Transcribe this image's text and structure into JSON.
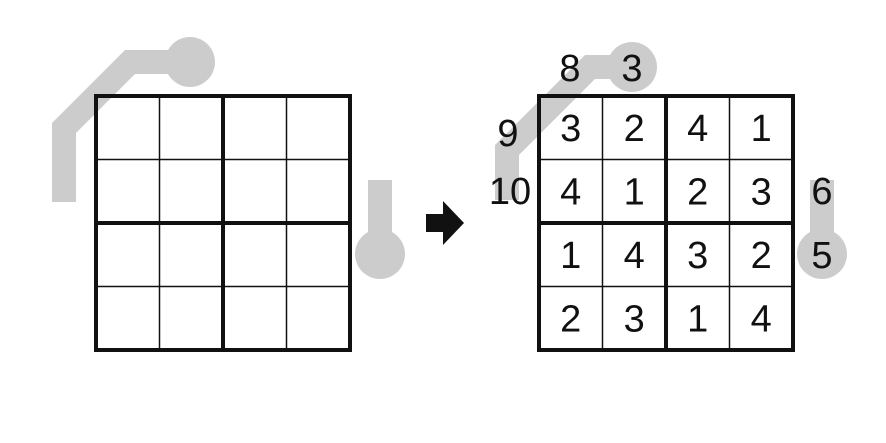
{
  "puzzle": {
    "empty_grid": {
      "rows": 4,
      "cols": 4,
      "box_rows": 2,
      "box_cols": 2
    },
    "solved_grid": {
      "rows": 4,
      "cols": 4,
      "box_rows": 2,
      "box_cols": 2,
      "cells": [
        [
          "3",
          "2",
          "4",
          "1"
        ],
        [
          "4",
          "1",
          "2",
          "3"
        ],
        [
          "1",
          "4",
          "3",
          "2"
        ],
        [
          "2",
          "3",
          "1",
          "4"
        ]
      ]
    },
    "arrow_clues": [
      {
        "label": "8"
      },
      {
        "label": "3"
      },
      {
        "label": "9"
      },
      {
        "label": "10"
      },
      {
        "label": "6"
      },
      {
        "label": "5"
      }
    ],
    "transition_icon": "right-arrow-icon",
    "colors": {
      "grid_line": "#111111",
      "arrow_gray": "#cccccc",
      "text": "#111111",
      "background": "#ffffff"
    }
  }
}
